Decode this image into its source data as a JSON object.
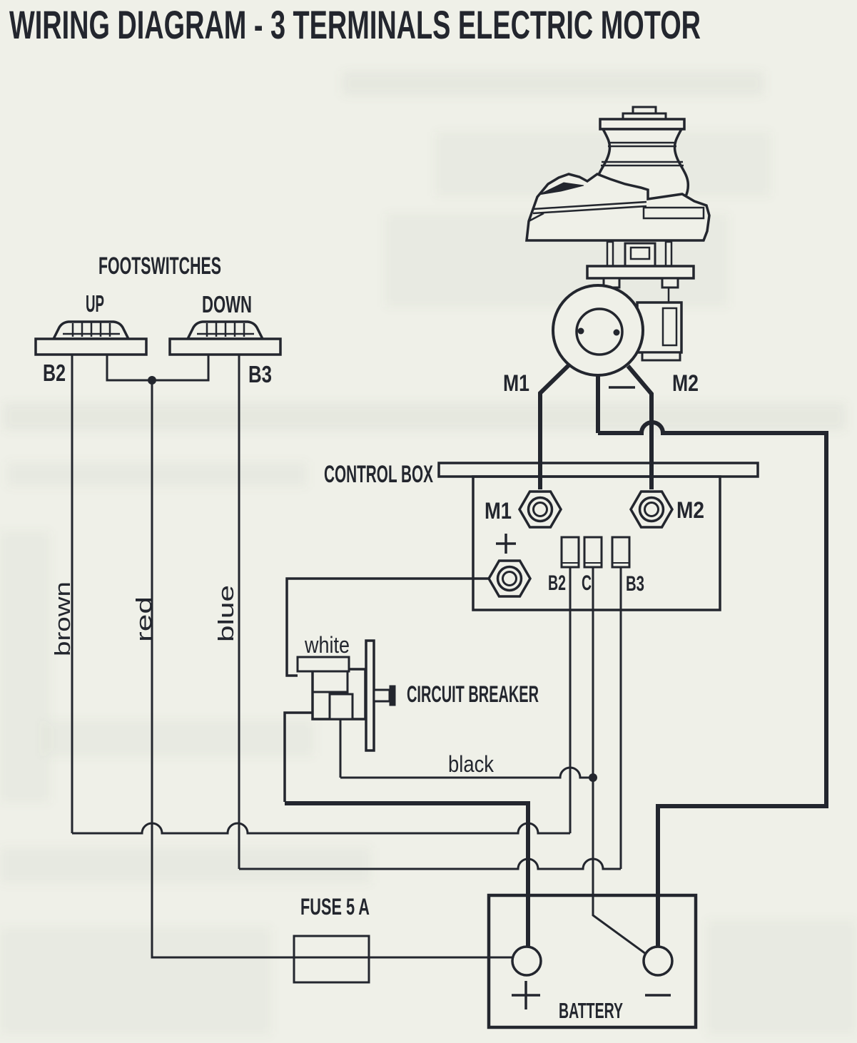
{
  "title": "WIRING DIAGRAM - 3 TERMINALS ELECTRIC MOTOR",
  "footswitches": {
    "heading": "FOOTSWITCHES",
    "up_label": "UP",
    "down_label": "DOWN",
    "up_terminal": "B2",
    "down_terminal": "B3"
  },
  "windlass": {
    "m1": "M1",
    "m2": "M2",
    "minus": "−"
  },
  "control_box": {
    "label": "CONTROL BOX",
    "m1": "M1",
    "m2": "M2",
    "plus": "+",
    "b2": "B2",
    "c": "C",
    "b3": "B3"
  },
  "wire_labels": {
    "brown": "brown",
    "red": "red",
    "blue": "blue",
    "white": "white",
    "black": "black"
  },
  "circuit_breaker": {
    "label": "CIRCUIT BREAKER"
  },
  "fuse": {
    "label": "FUSE 5 A"
  },
  "battery": {
    "label": "BATTERY",
    "plus": "+",
    "minus": "−"
  },
  "colors": {
    "ink": "#23262e",
    "paper": "#eff0e8"
  }
}
